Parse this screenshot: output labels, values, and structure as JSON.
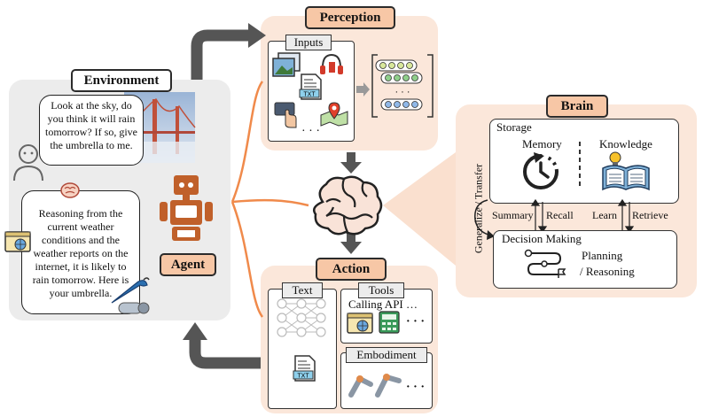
{
  "environment": {
    "title": "Environment",
    "user_speech": "Look at the sky, do you think it will rain tomorrow? If so, give the umbrella to me.",
    "agent_speech": "Reasoning from the current weather conditions and the weather reports on the internet, it is likely to rain tomorrow. Here is your umbrella."
  },
  "agent": {
    "label": "Agent"
  },
  "perception": {
    "title": "Perception",
    "inputs_label": "Inputs",
    "more": "· · ·",
    "txt_label": "TXT"
  },
  "action": {
    "title": "Action",
    "text_label": "Text",
    "tools_label": "Tools",
    "tools_text": "Calling API …",
    "embodiment_label": "Embodiment",
    "more": "· · ·",
    "txt_label": "TXT"
  },
  "brain": {
    "title": "Brain",
    "storage_label": "Storage",
    "memory_label": "Memory",
    "knowledge_label": "Knowledge",
    "summary_label": "Summary",
    "recall_label": "Recall",
    "learn_label": "Learn",
    "retrieve_label": "Retrieve",
    "generalize_label": "Generalize / Transfer",
    "decision_label": "Decision Making",
    "planning_label": "Planning",
    "reasoning_label": "/ Reasoning"
  },
  "colors": {
    "panel_peach": "#fbe7da",
    "tag_orange": "#f7c7a6",
    "agent_brown": "#c0602a",
    "arrow_gray": "#555555",
    "curve_orange": "#f08a4b"
  }
}
